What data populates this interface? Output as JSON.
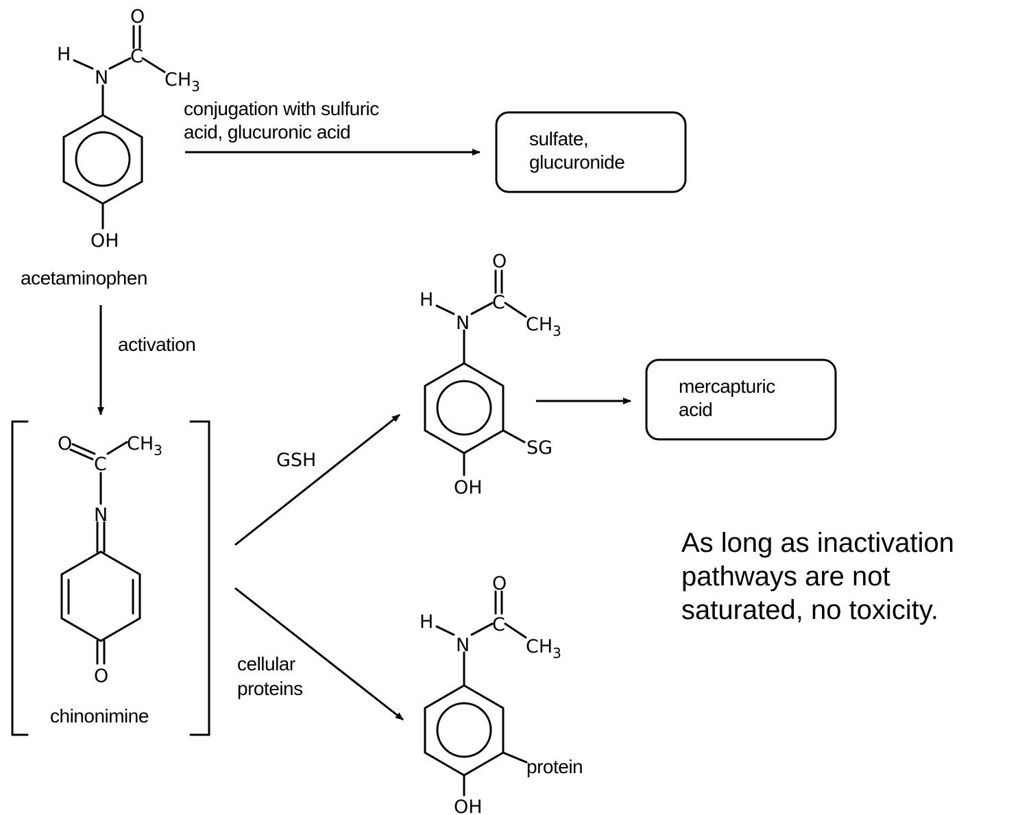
{
  "caption": {
    "lines": [
      "As long as inactivation",
      "pathways are not",
      "saturated, no toxicity."
    ]
  },
  "molecules": {
    "acetaminophen": {
      "name": "acetaminophen",
      "atoms": {
        "h": "H",
        "n": "N",
        "c": "C",
        "o": "O",
        "ch": "CH",
        "ch_sub": "3",
        "oh": "OH"
      }
    },
    "chinonimine": {
      "name": "chinonimine",
      "atoms": {
        "o_top": "O",
        "c": "C",
        "ch": "CH",
        "ch_sub": "3",
        "n": "N",
        "o_bottom": "O"
      }
    },
    "gsh_conjugate": {
      "atoms": {
        "h": "H",
        "n": "N",
        "c": "C",
        "o": "O",
        "ch": "CH",
        "ch_sub": "3",
        "sg": "SG",
        "oh": "OH"
      }
    },
    "protein_adduct": {
      "atoms": {
        "h": "H",
        "n": "N",
        "c": "C",
        "o": "O",
        "ch": "CH",
        "ch_sub": "3",
        "protein": "protein",
        "oh": "OH"
      }
    }
  },
  "arrows": {
    "conjugation": {
      "line1": "conjugation with sulfuric",
      "line2": "acid, glucuronic acid"
    },
    "activation": {
      "label": "activation"
    },
    "gsh": {
      "label": "GSH"
    },
    "cellular_proteins": {
      "line1": "cellular",
      "line2": "proteins"
    }
  },
  "products": {
    "sulfate_glucuronide": {
      "line1": "sulfate,",
      "line2": "glucuronide"
    },
    "mercapturic_acid": {
      "line1": "mercapturic",
      "line2": "acid"
    }
  }
}
